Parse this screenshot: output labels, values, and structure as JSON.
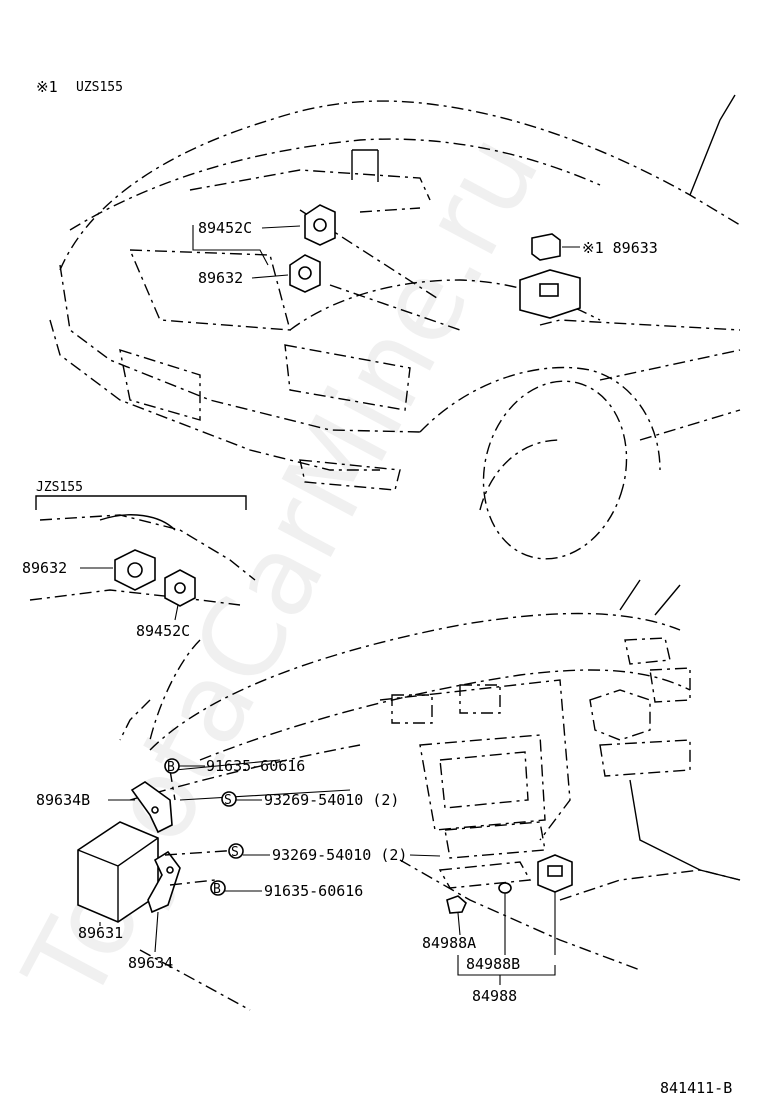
{
  "header": {
    "note_mark": "※1",
    "note_model": "UZS155"
  },
  "inset": {
    "title": "JZS155"
  },
  "watermark": "ToyotaCarMine.ru",
  "figure_id": "841411-B",
  "labels": {
    "p89452c_top": "89452C",
    "p89632_top": "89632",
    "p89633": "※1 89633",
    "p89632_inset": "89632",
    "p89452c_inset": "89452C",
    "p91635_a": "91635-60616",
    "p89634b": "89634B",
    "p93269_a": "93269-54010 (2)",
    "p93269_b": "93269-54010 (2)",
    "p91635_b": "91635-60616",
    "p89631": "89631",
    "p89634": "89634",
    "p84988a": "84988A",
    "p84988b": "84988B",
    "p84988": "84988",
    "mark_b1": "B",
    "mark_s1": "S",
    "mark_s2": "S",
    "mark_b2": "B"
  }
}
